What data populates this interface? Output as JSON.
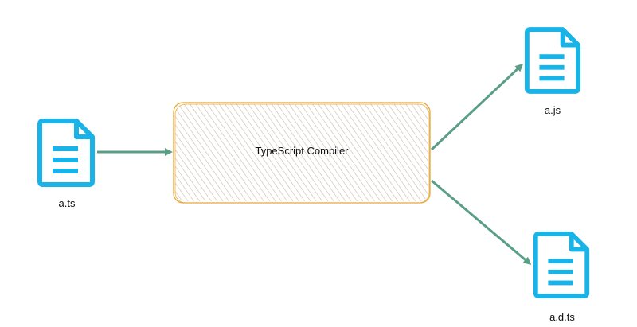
{
  "diagram": {
    "nodes": {
      "source": {
        "label": "a.ts",
        "icon": "document-icon"
      },
      "compiler": {
        "label": "TypeScript Compiler"
      },
      "output_js": {
        "label": "a.js",
        "icon": "document-icon"
      },
      "output_dts": {
        "label": "a.d.ts",
        "icon": "document-icon"
      }
    },
    "edges": [
      {
        "from": "source",
        "to": "compiler"
      },
      {
        "from": "compiler",
        "to": "output_js"
      },
      {
        "from": "compiler",
        "to": "output_dts"
      }
    ],
    "colors": {
      "icon": "#1ab3e8",
      "arrow": "#5a9e88",
      "box_stroke": "#e8a83a",
      "box_hatch": "#cfb9a3"
    }
  }
}
